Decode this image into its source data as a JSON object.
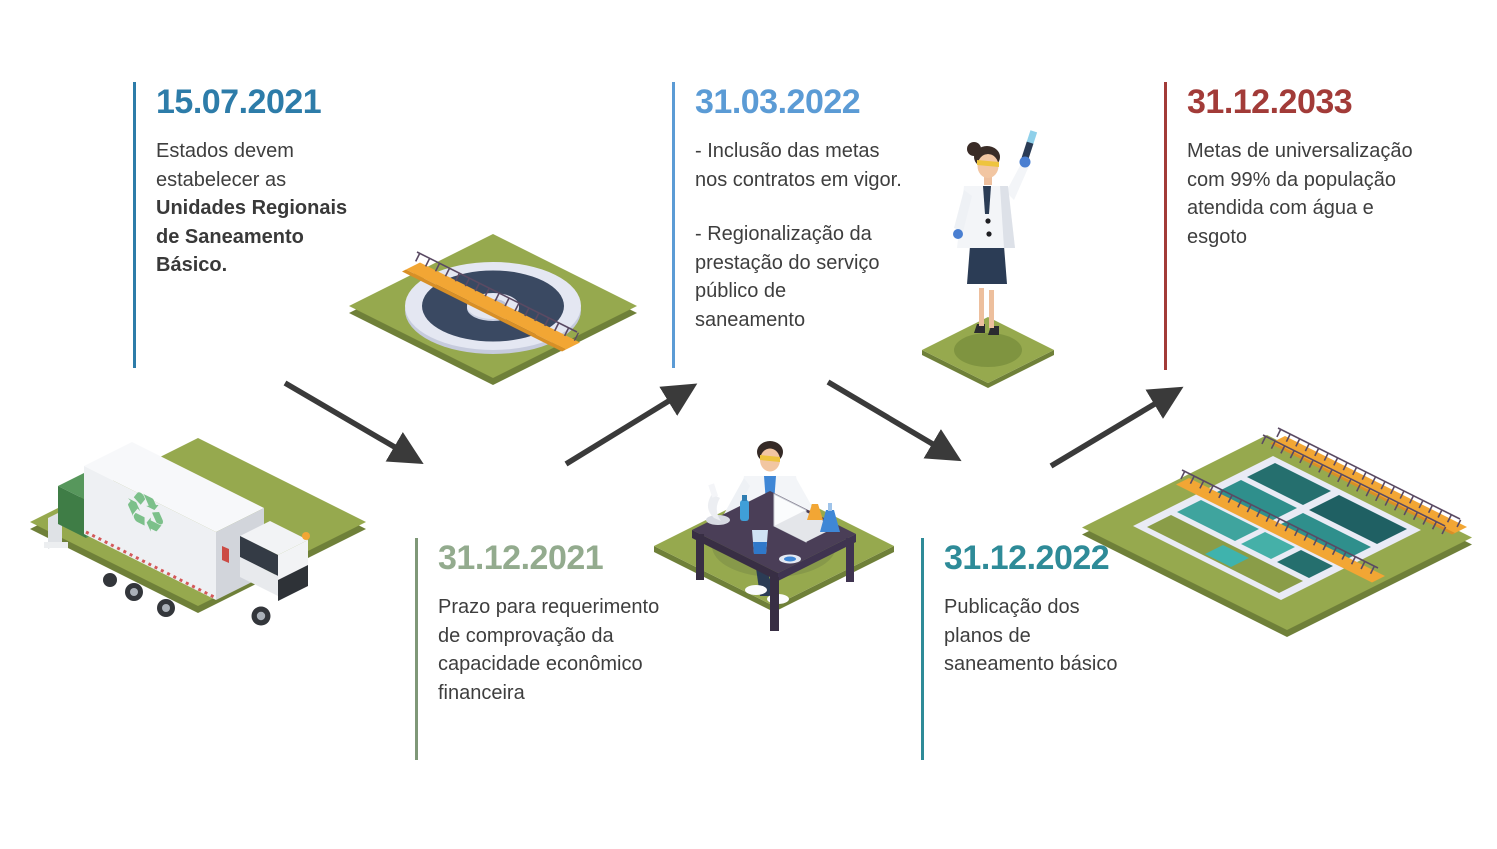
{
  "milestones": [
    {
      "date": "15.07.2021",
      "accent": "#2d7ca9",
      "lines": [
        "Estados devem",
        "estabelecer as",
        "Unidades Regionais",
        "de Saneamento",
        "Básico."
      ]
    },
    {
      "date": "31.03.2022",
      "accent": "#5b9bd5",
      "lines": [
        "- Inclusão das metas",
        "nos contratos em vigor.",
        "- Regionalização da",
        "prestação do serviço",
        "público de",
        "saneamento"
      ]
    },
    {
      "date": "31.12.2033",
      "accent": "#a23b38",
      "lines": [
        "Metas de universalização",
        "com 99% da população",
        "atendida com água e",
        "esgoto"
      ]
    },
    {
      "date": "31.12.2021",
      "accent": "#93ab8e",
      "lines": [
        "Prazo para requerimento",
        "de comprovação da",
        "capacidade econômico",
        "financeira"
      ]
    },
    {
      "date": "31.12.2022",
      "accent": "#2e8b98",
      "lines": [
        "Publicação dos",
        "planos de",
        "saneamento básico"
      ]
    }
  ],
  "illustrations": [
    {
      "icon": "recycling-garbage-truck-icon"
    },
    {
      "icon": "circular-clarifier-tank-icon"
    },
    {
      "icon": "scientist-test-tube-icon"
    },
    {
      "icon": "scientist-lab-desk-icon"
    },
    {
      "icon": "treatment-plant-basins-icon"
    }
  ],
  "colors": {
    "background": "#ffffff",
    "body_text": "#3e3e3e",
    "arrow": "#3a3a3a",
    "platform_green": "#96a94e",
    "platform_green_dark": "#6f8039",
    "walkway_orange": "#f2a634",
    "pool_teal": "#2f8f8c",
    "tank_navy": "#3a4962",
    "lab_coat_white": "#f3f5f8",
    "table_purple": "#4a3e57"
  }
}
